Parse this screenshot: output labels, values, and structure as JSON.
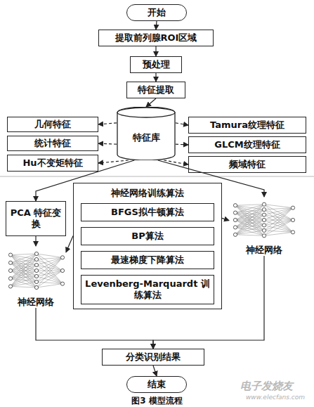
{
  "diagram": {
    "caption": "图3 模型流程",
    "nodes": [
      {
        "text": [
          "开始"
        ]
      },
      {
        "text": [
          "提取前列腺ROI区域"
        ]
      },
      {
        "text": [
          "预处理"
        ]
      },
      {
        "text": [
          "特征提取"
        ]
      },
      {
        "text": [
          "几何特征"
        ]
      },
      {
        "text": [
          "特征库"
        ]
      },
      {
        "text": [
          "Tamura纹理特征"
        ]
      },
      {
        "text": [
          "统计特征"
        ]
      },
      {
        "text": [
          "GLCM纹理特征"
        ]
      },
      {
        "text": [
          "Hu不变矩特征"
        ]
      },
      {
        "text": [
          "频域特征"
        ]
      },
      {
        "text": [
          "神经网络训练算法"
        ]
      },
      {
        "text": [
          "BFGS拟牛顿算法"
        ],
        "in": 11
      },
      {
        "text": [
          "BP算法"
        ],
        "in": 11
      },
      {
        "text": [
          "最速梯度下降算法"
        ],
        "in": 11
      },
      {
        "text": [
          "Levenberg-Marquardt 训练算法"
        ],
        "in": 11
      },
      {
        "text": [
          "PCA 特征变换"
        ]
      },
      {
        "text": [
          "神经网络"
        ]
      },
      {
        "text": [
          "神经网络"
        ]
      },
      {
        "text": [
          "分类识别结果"
        ]
      },
      {
        "text": [
          "结束"
        ]
      }
    ],
    "edges": [
      {
        "from": 0,
        "to": 1,
        "arrow": "to"
      },
      {
        "from": 1,
        "to": 2,
        "arrow": "to"
      },
      {
        "from": 2,
        "to": 3,
        "arrow": "to"
      },
      {
        "from": 3,
        "to": 5,
        "arrow": "to"
      },
      {
        "from": 5,
        "to": 4,
        "arrow": "to"
      },
      {
        "from": 5,
        "to": 7,
        "arrow": "to"
      },
      {
        "from": 5,
        "to": 9,
        "arrow": "to"
      },
      {
        "from": 5,
        "to": 6,
        "arrow": "to"
      },
      {
        "from": 5,
        "to": 8,
        "arrow": "to"
      },
      {
        "from": 5,
        "to": 10,
        "arrow": "to"
      },
      {
        "from": 5,
        "to": 16,
        "arrow": "to"
      },
      {
        "from": 5,
        "to": 17,
        "arrow": "to"
      },
      {
        "from": 11,
        "to": 18,
        "arrow": "to"
      },
      {
        "from": 11,
        "to": 17,
        "arrow": "to"
      },
      {
        "from": 16,
        "to": 18,
        "arrow": "to"
      },
      {
        "from": 18,
        "to": 19,
        "arrow": "to"
      },
      {
        "from": 17,
        "to": 19,
        "arrow": "to"
      },
      {
        "from": 19,
        "to": 20,
        "arrow": "to"
      }
    ],
    "labels": [
      "电子发烧友",
      "www.elecfans.com"
    ]
  }
}
